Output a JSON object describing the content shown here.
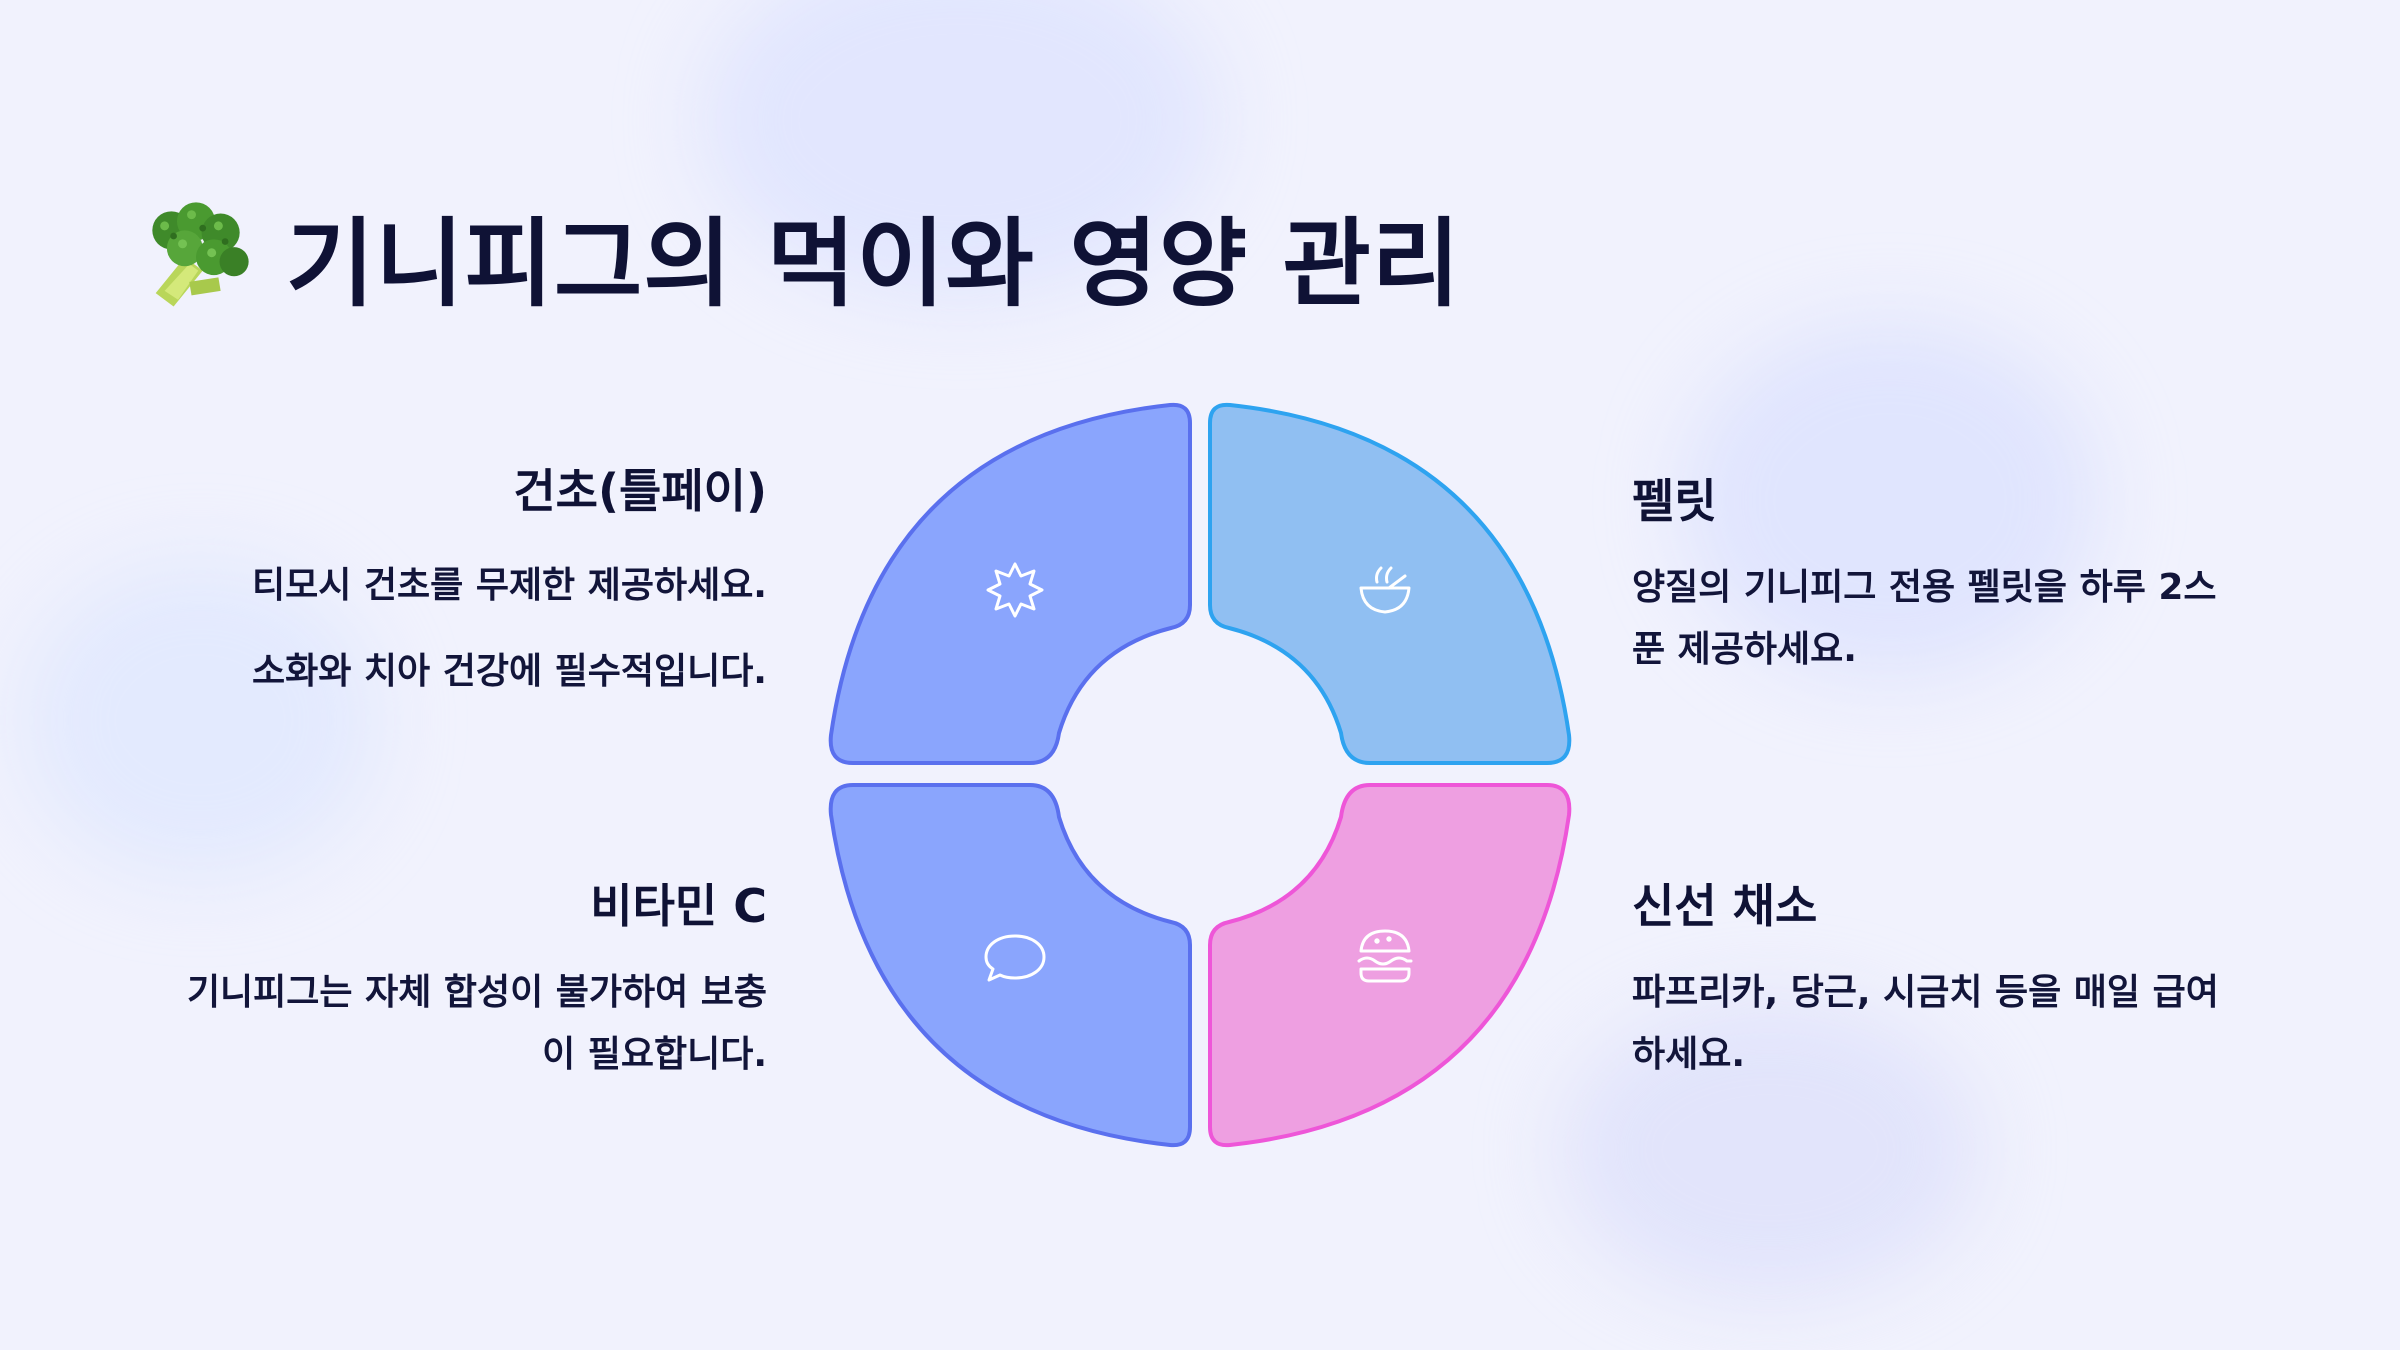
{
  "title": "기니피그의 먹이와 영양 관리",
  "title_icon": "broccoli-icon",
  "items": [
    {
      "heading": "건초(틀페이)",
      "lines": [
        "티모시 건초를 무제한 제공하세요.",
        "소화와 치아 건강에 필수적입니다."
      ],
      "icon": "starburst-icon",
      "color": "#8aa5fd"
    },
    {
      "heading": "펠릿",
      "lines": [
        "양질의 기니피그 전용 펠릿을 하루 2스",
        "푼 제공하세요."
      ],
      "icon": "bowl-icon",
      "color": "#90bff2"
    },
    {
      "heading": "비타민 C",
      "lines": [
        "기니피그는 자체 합성이 불가하여 보충",
        "이 필요합니다."
      ],
      "icon": "speech-bubble-icon",
      "color": "#8aa5fd"
    },
    {
      "heading": "신선 채소",
      "lines": [
        "파프리카, 당근, 시금치 등을 매일 급여",
        "하세요."
      ],
      "icon": "burger-icon",
      "color": "#ee9fe1"
    }
  ]
}
